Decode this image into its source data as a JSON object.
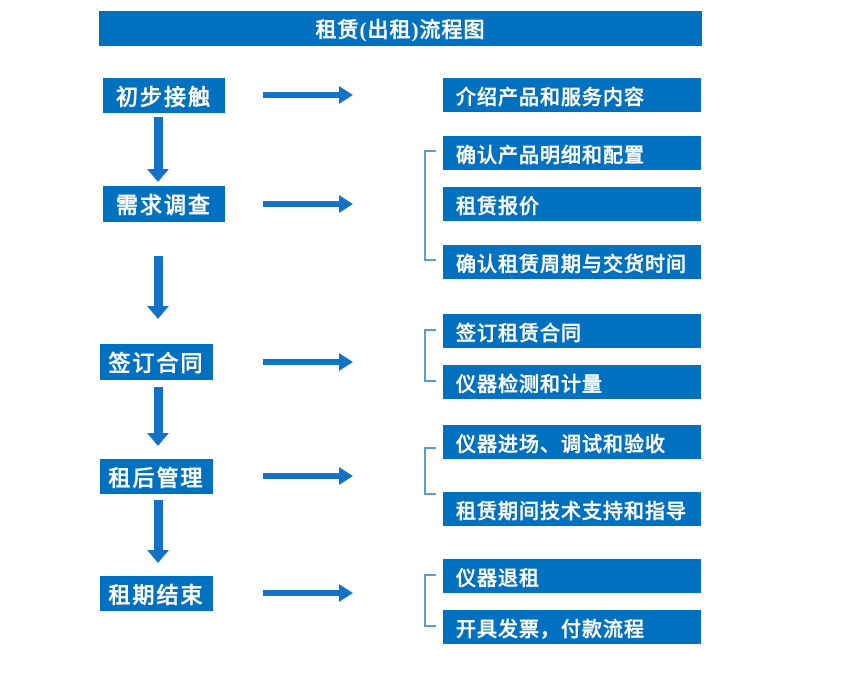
{
  "title": "租赁(出租)流程图",
  "colors": {
    "primary": "#0070C0",
    "arrow": "#1273C6",
    "bracket": "#5B9BD5",
    "text_on_primary": "#FFFFFF",
    "background": "#FFFFFF"
  },
  "stages": [
    {
      "label": "初步接触",
      "outputs": [
        "介绍产品和服务内容"
      ]
    },
    {
      "label": "需求调查",
      "outputs": [
        "确认产品明细和配置",
        "租赁报价",
        "确认租赁周期与交货时间"
      ]
    },
    {
      "label": "签订合同",
      "outputs": [
        "签订租赁合同",
        "仪器检测和计量"
      ]
    },
    {
      "label": "租后管理",
      "outputs": [
        "仪器进场、调试和验收",
        "租赁期间技术支持和指导"
      ]
    },
    {
      "label": "租期结束",
      "outputs": [
        "仪器退租",
        "开具发票，付款流程"
      ]
    }
  ]
}
